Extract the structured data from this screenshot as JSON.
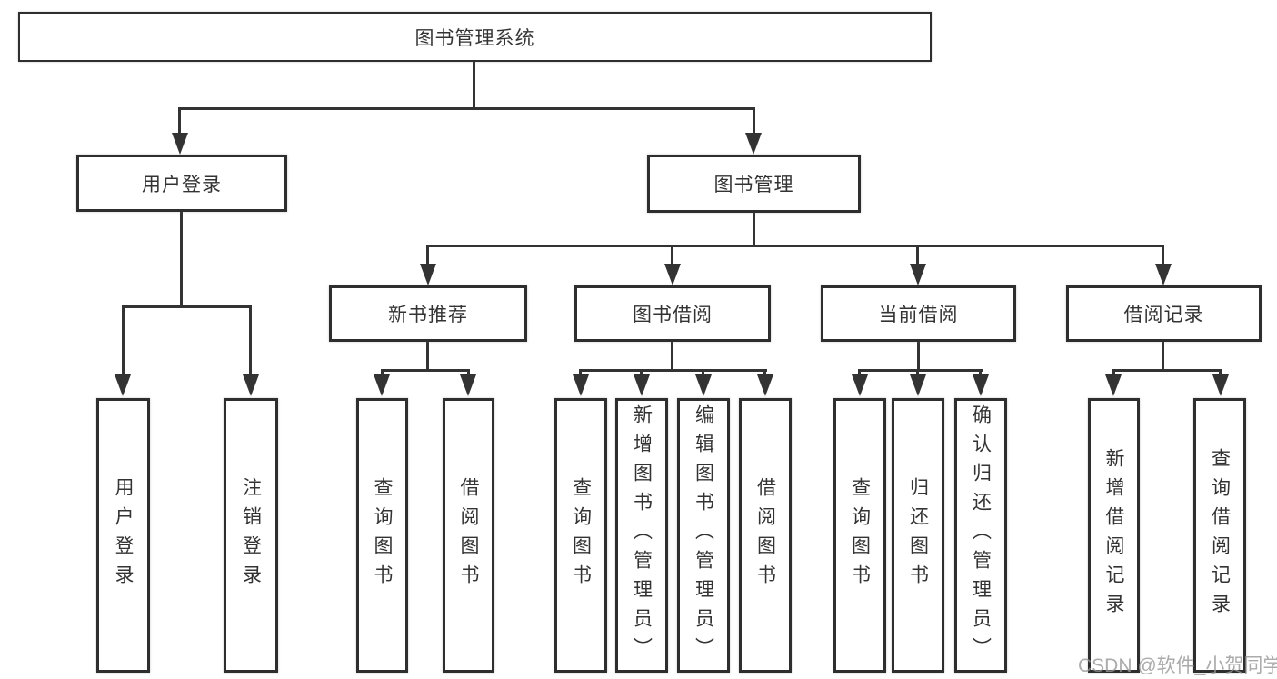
{
  "root": {
    "label": "图书管理系统"
  },
  "level2": [
    {
      "label": "用户登录"
    },
    {
      "label": "图书管理"
    }
  ],
  "level3": [
    {
      "label": "新书推荐"
    },
    {
      "label": "图书借阅"
    },
    {
      "label": "当前借阅"
    },
    {
      "label": "借阅记录"
    }
  ],
  "leaves": [
    {
      "label": "用户登录"
    },
    {
      "label": "注销登录"
    },
    {
      "label": "查询图书"
    },
    {
      "label": "借阅图书"
    },
    {
      "label": "查询图书"
    },
    {
      "label": "新增图书（管理员）"
    },
    {
      "label": "编辑图书（管理员）"
    },
    {
      "label": "借阅图书"
    },
    {
      "label": "查询图书"
    },
    {
      "label": "归还图书"
    },
    {
      "label": "确认归还（管理员）"
    },
    {
      "label": "新增借阅记录"
    },
    {
      "label": "查询借阅记录"
    }
  ],
  "watermark": {
    "text": "CSDN @软件_小贺同学"
  },
  "colors": {
    "line": "#333333",
    "border": "#2e2e2e",
    "text": "#333333",
    "watermark": "#b4b4b4",
    "background": "#ffffff"
  }
}
